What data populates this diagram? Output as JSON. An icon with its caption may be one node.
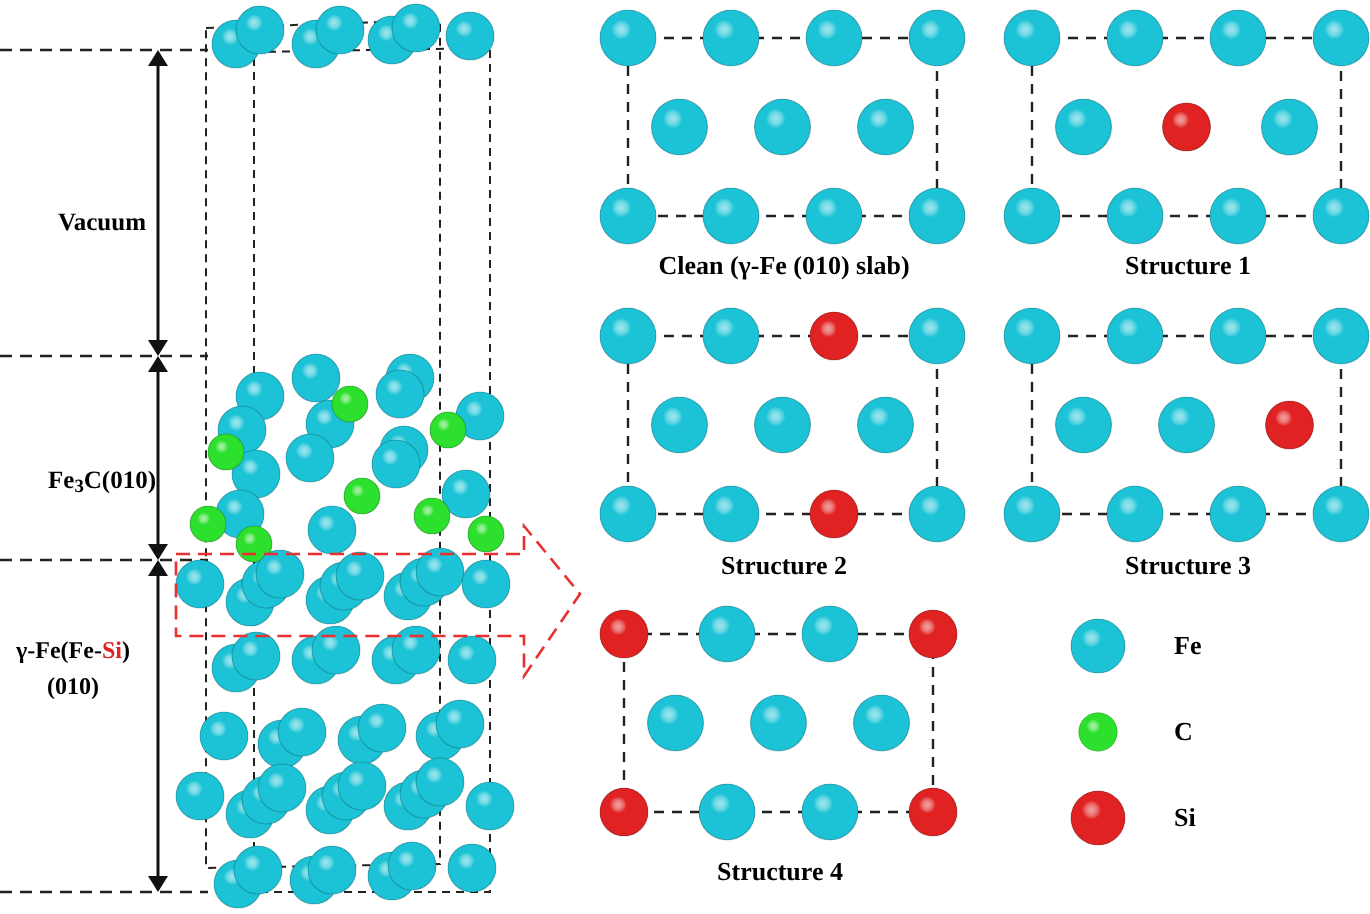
{
  "diagram": {
    "labels": [
      "Vacuum",
      "Fe$_{3}$C(010)",
      "γ-Fe(Fe-**Si**) (010)",
      "Clean (γ-Fe (010) slab)",
      "Structure 1",
      "Structure 2",
      "Structure 3",
      "Structure 4"
    ],
    "legend": [
      {
        "text": "Fe",
        "color": "#1cc3d6"
      },
      {
        "text": "C",
        "color": "#2ee02e"
      },
      {
        "text": "Si",
        "color": "#e02222"
      }
    ]
  }
}
